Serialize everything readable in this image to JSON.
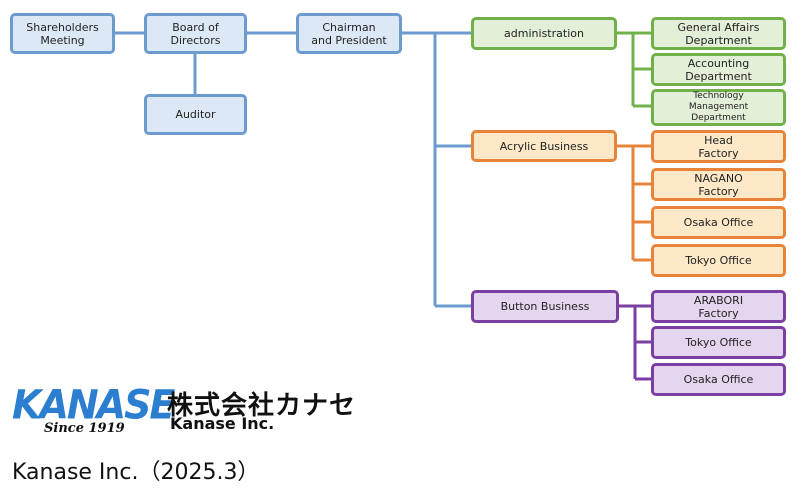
{
  "nodes": {
    "shareholders": "Shareholders\nMeeting",
    "board": "Board of\nDirectors",
    "auditor": "Auditor",
    "chairman": "Chairman\nand President",
    "administration": "administration",
    "general_affairs": "General Affairs\nDepartment",
    "accounting": "Accounting\nDepartment",
    "technology": "Technology\nManagement\nDepartment",
    "acrylic": "Acrylic Business",
    "head_factory": "Head\nFactory",
    "nagano": "NAGANO\nFactory",
    "osaka_office_acrylic": "Osaka Office",
    "tokyo_office_acrylic": "Tokyo Office",
    "button": "Button Business",
    "arabori": "ARABORI\nFactory",
    "tokyo_office_button": "Tokyo Office",
    "osaka_office_button": "Osaka Office"
  },
  "logo": {
    "brand": "KANASE",
    "since": "Since 1919",
    "japanese_name": "株式会社カナセ",
    "english_name": "Kanase Inc."
  },
  "caption": "Kanase Inc.（2025.3）",
  "colors": {
    "blue_border": "#6c9bd0",
    "blue_fill": "#dde8f6",
    "green_border": "#72b14a",
    "green_fill": "#e3efd7",
    "orange_border": "#e8843a",
    "orange_fill": "#fde9c8",
    "purple_border": "#7a3fa1",
    "purple_fill": "#e5d6ef"
  }
}
